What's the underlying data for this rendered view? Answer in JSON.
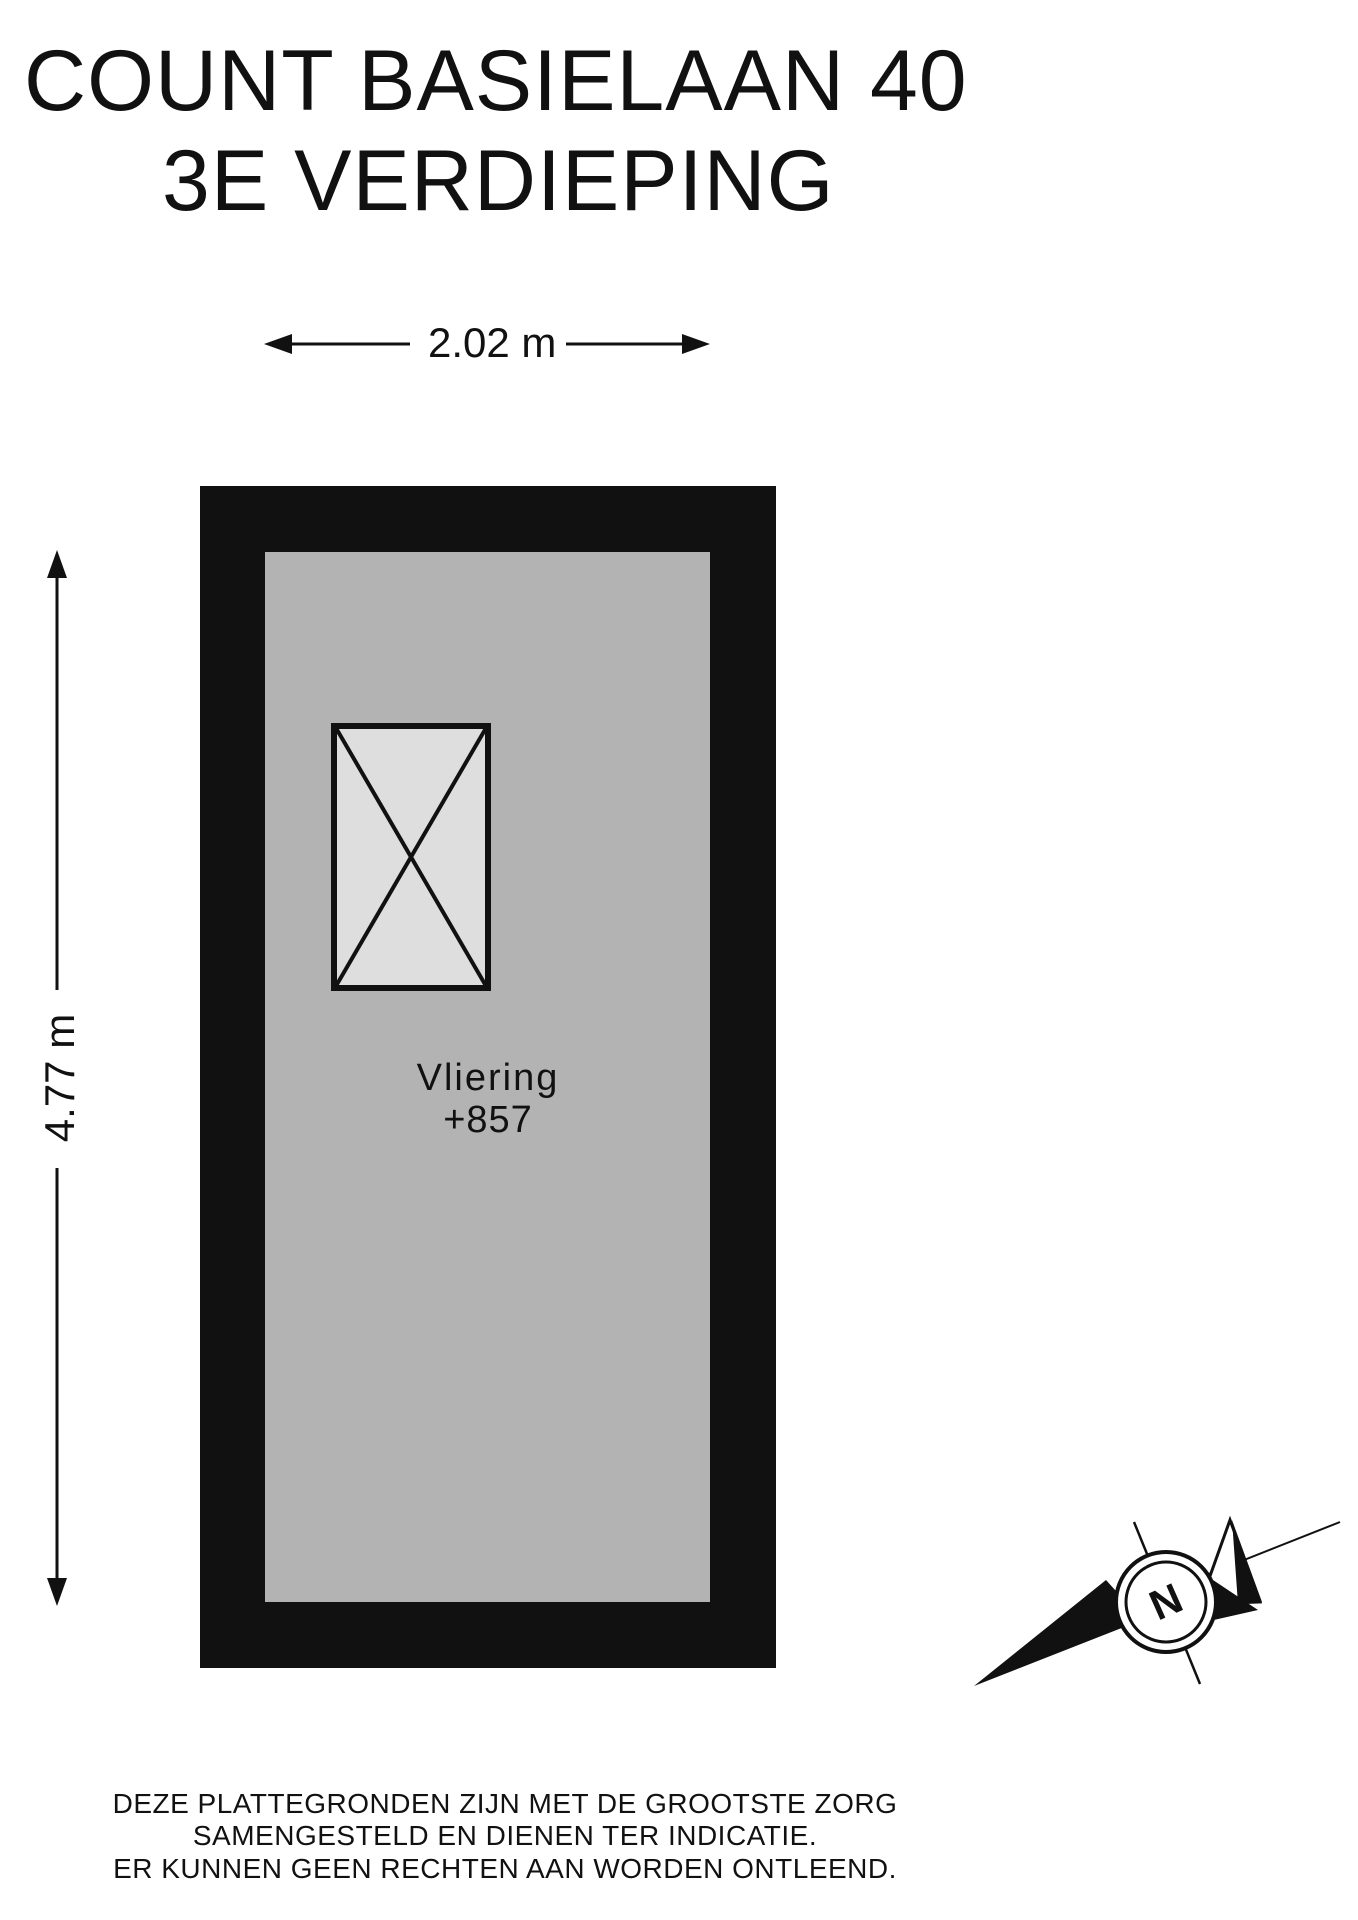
{
  "header": {
    "address": "COUNT BASIELAAN 40",
    "floor": "3E VERDIEPING"
  },
  "dimensions": {
    "width_label": "2.02 m",
    "height_label": "4.77 m"
  },
  "room": {
    "name": "Vliering",
    "level": "+857"
  },
  "compass": {
    "letter": "N"
  },
  "disclaimer": {
    "line1": "DEZE PLATTEGRONDEN ZIJN MET DE GROOTSTE ZORG",
    "line2": "SAMENGESTELD EN DIENEN TER INDICATIE.",
    "line3": "ER KUNNEN GEEN RECHTEN AAN WORDEN ONTLEEND."
  },
  "colors": {
    "wall": "#111111",
    "floor": "#b3b3b3",
    "hatch": "#dedede"
  }
}
